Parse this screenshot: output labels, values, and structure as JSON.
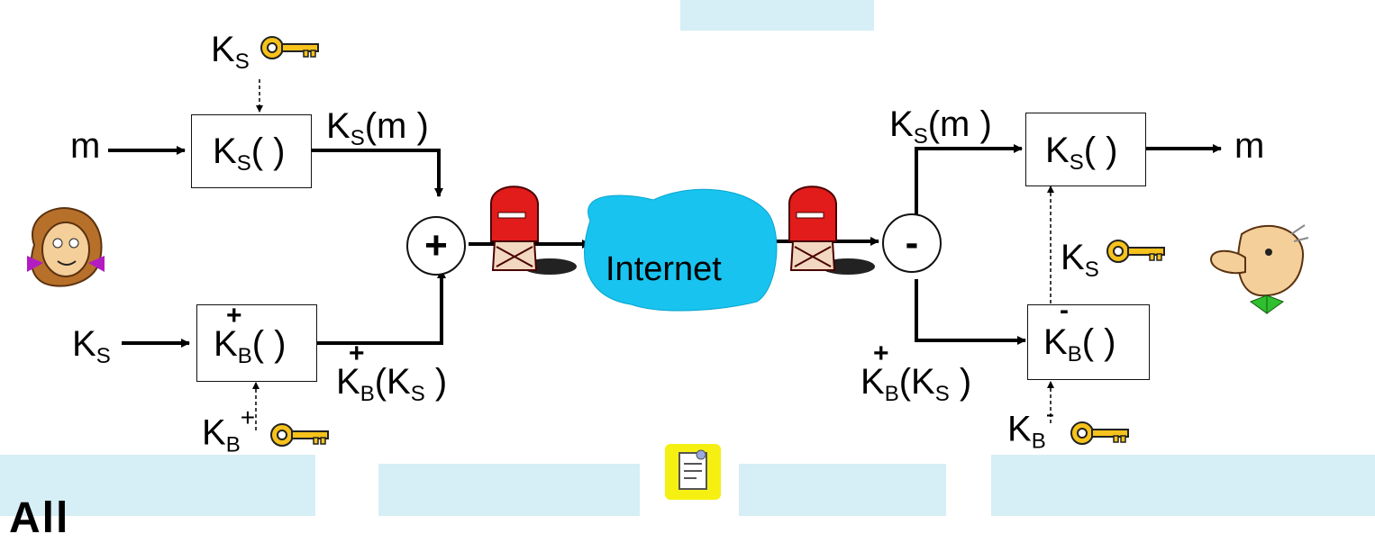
{
  "diagram": {
    "sender": {
      "message_in": "m",
      "key_top": "Ks",
      "enc_box_1": "Ks( )",
      "out_1": "Ks(m )",
      "key_left": "Ks",
      "enc_box_2": "KB+( )",
      "out_2": "KB+(Ks )",
      "key_bottom": "KB+",
      "combiner": "+"
    },
    "network": {
      "label": "Internet"
    },
    "receiver": {
      "splitter": "-",
      "in_1": "Ks(m )",
      "dec_box_1": "Ks( )",
      "message_out": "m",
      "key_mid": "Ks",
      "in_2": "KB+(Ks )",
      "dec_box_2": "KB-( )",
      "key_bottom": "KB-"
    },
    "icons": [
      "alice-icon",
      "bob-icon",
      "key-icon",
      "mailbox-icon",
      "note-icon"
    ]
  },
  "page": {
    "heading_fragment": "All"
  }
}
